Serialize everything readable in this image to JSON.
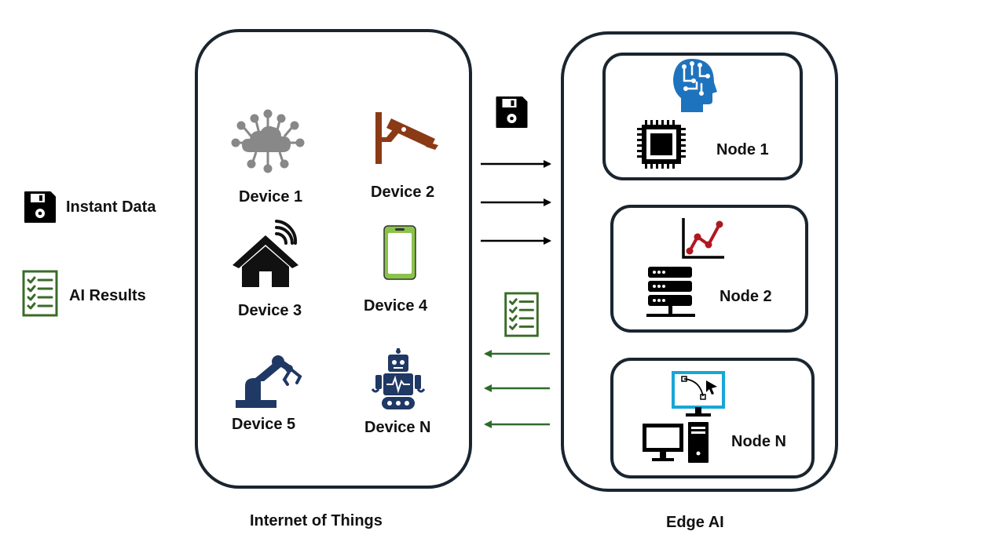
{
  "legend": {
    "instant_data_label": "Instant Data",
    "ai_results_label": "AI Results"
  },
  "iot": {
    "title": "Internet of Things",
    "devices": [
      {
        "label": "Device 1",
        "icon": "cloud-network-icon"
      },
      {
        "label": "Device 2",
        "icon": "security-camera-icon"
      },
      {
        "label": "Device 3",
        "icon": "smart-home-icon"
      },
      {
        "label": "Device 4",
        "icon": "smartphone-icon"
      },
      {
        "label": "Device 5",
        "icon": "robotic-arm-icon"
      },
      {
        "label": "Device N",
        "icon": "robot-icon"
      }
    ]
  },
  "edge": {
    "title": "Edge AI",
    "nodes": [
      {
        "label": "Node 1",
        "icons": [
          "ai-head-icon",
          "cpu-chip-icon"
        ]
      },
      {
        "label": "Node 2",
        "icons": [
          "line-chart-icon",
          "server-icon"
        ]
      },
      {
        "label": "Node N",
        "icons": [
          "design-monitor-icon",
          "desktop-computer-icon"
        ]
      }
    ]
  },
  "colors": {
    "panel_border": "#1a2530",
    "data_arrow": "#000000",
    "result_arrow": "#2e6b2a",
    "checklist_green": "#3a6b28",
    "camera_brown": "#8b3a16",
    "phone_green": "#8bc34a",
    "ai_blue": "#1e73be",
    "navy": "#1f3864",
    "chart_red": "#b01820",
    "monitor_cyan": "#17a6d6"
  }
}
